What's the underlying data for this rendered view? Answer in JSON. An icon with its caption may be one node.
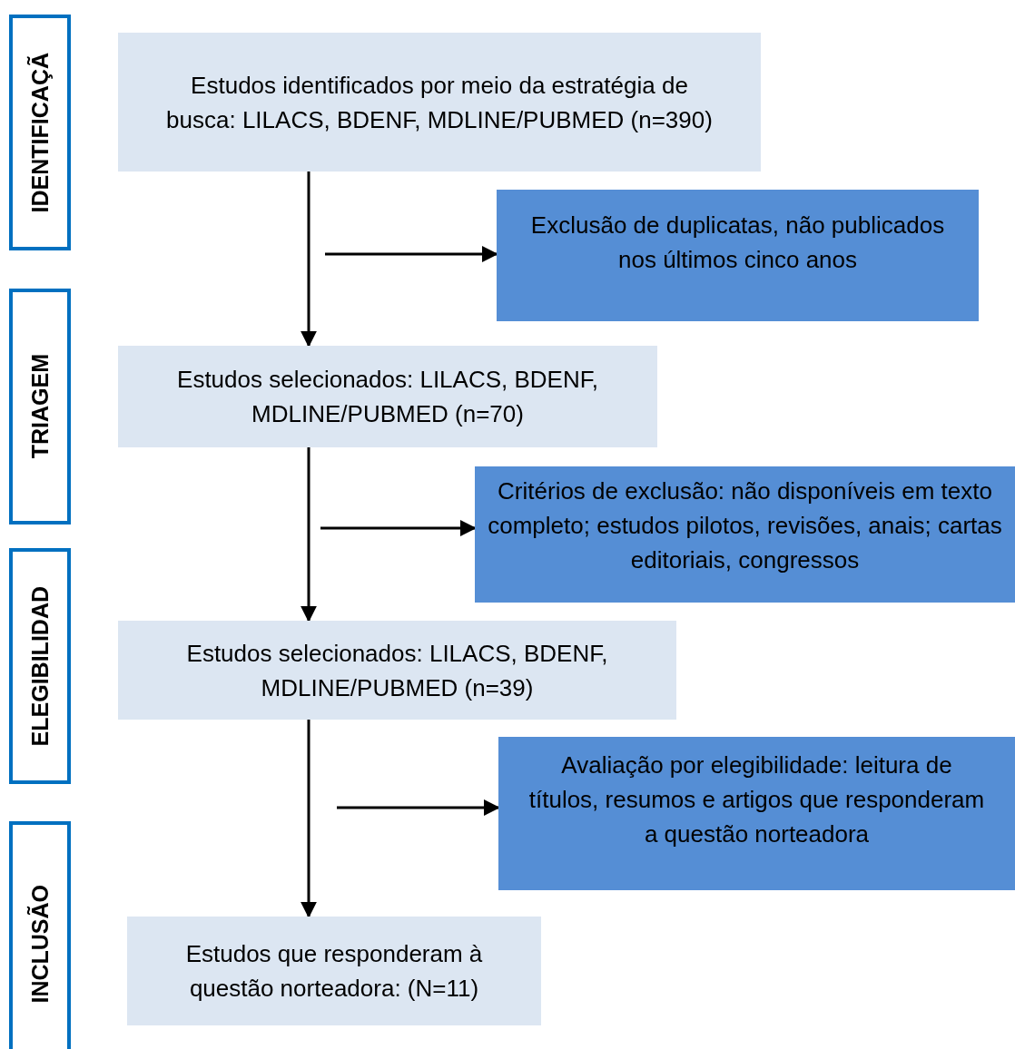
{
  "diagram": {
    "nodes": [
      {
        "text": [
          "IDENTIFICAÇÃ"
        ]
      },
      {
        "text": [
          "Estudos identificados por meio da estratégia de busca: LILACS, BDENF, MDLINE/PUBMED (n=390)"
        ]
      },
      {
        "text": [
          "Exclusão de duplicatas, não publicados nos últimos cinco anos"
        ]
      },
      {
        "text": [
          "TRIAGEM"
        ]
      },
      {
        "text": [
          "Estudos selecionados: LILACS, BDENF, MDLINE/PUBMED (n=70)"
        ]
      },
      {
        "text": [
          "Critérios de exclusão: não disponíveis em texto completo; estudos pilotos, revisões, anais; cartas editoriais, congressos"
        ]
      },
      {
        "text": [
          "ELEGIBILIDAD"
        ]
      },
      {
        "text": [
          "Estudos selecionados: LILACS, BDENF, MDLINE/PUBMED (n=39)"
        ]
      },
      {
        "text": [
          "Avaliação por elegibilidade: leitura de títulos, resumos e artigos que responderam a questão norteadora"
        ]
      },
      {
        "text": [
          "INCLUSÃO"
        ]
      },
      {
        "text": [
          "Estudos que responderam à questão norteadora: (N=11)"
        ]
      }
    ],
    "edges": [
      {
        "from": 1,
        "to": 4,
        "arrow": "to"
      },
      {
        "from": null,
        "to": 2,
        "arrow": "to"
      },
      {
        "from": 4,
        "to": 7,
        "arrow": "to"
      },
      {
        "from": null,
        "to": 5,
        "arrow": "to"
      },
      {
        "from": 7,
        "to": 10,
        "arrow": "to"
      },
      {
        "from": null,
        "to": 8,
        "arrow": "to"
      }
    ]
  }
}
